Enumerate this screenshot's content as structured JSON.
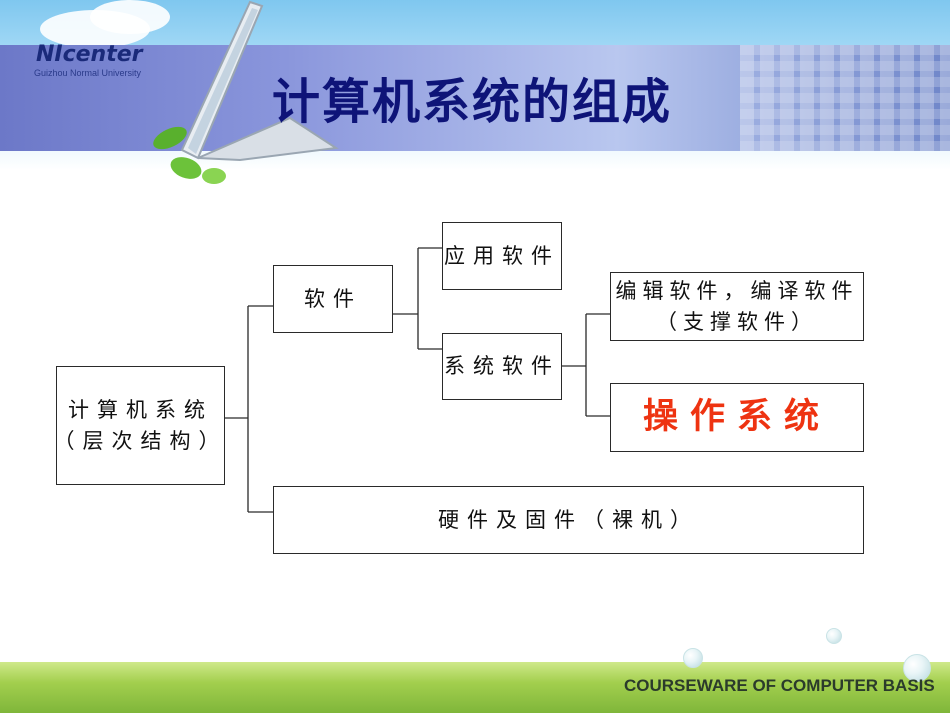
{
  "header": {
    "title": "计算机系统的组成",
    "logo_main": "NIcenter",
    "logo_sub": "Guizhou Normal University"
  },
  "diagram": {
    "root": {
      "line1": "计算机系统",
      "line2": "（层次结构）"
    },
    "software": "软件",
    "application_software": "应用软件",
    "system_software": "系统软件",
    "editing_software": {
      "line1": "编辑软件，编译软件",
      "line2": "（支撑软件）"
    },
    "operating_system": "操作系统",
    "hardware": "硬件及固件（裸机）"
  },
  "footer": {
    "text": "COURSEWARE OF COMPUTER BASIS"
  },
  "colors": {
    "title": "#0e1478",
    "highlight": "#ee3311",
    "title_band": "#8a96dc"
  }
}
